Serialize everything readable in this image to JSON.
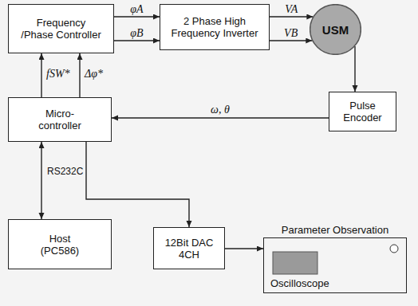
{
  "diagram": {
    "nodes": [
      {
        "text": [
          "Frequency /Phase Controller"
        ]
      },
      {
        "text": [
          "2 Phase High Frequency Inverter"
        ]
      },
      {
        "text": [
          "USM"
        ]
      },
      {
        "text": [
          "Pulse Encoder"
        ]
      },
      {
        "text": [
          "Micro- controller"
        ]
      },
      {
        "text": [
          "Host (PC586)"
        ]
      },
      {
        "text": [
          "12Bit DAC 4CH"
        ]
      },
      {
        "text": [
          "Parameter Observation",
          "Oscilloscope"
        ]
      }
    ],
    "edges": [
      {
        "from": 0,
        "to": 1,
        "arrow": "to",
        "label": "φA"
      },
      {
        "from": 0,
        "to": 1,
        "arrow": "to",
        "label": "φB"
      },
      {
        "from": 1,
        "to": 2,
        "arrow": "to",
        "label": "VA"
      },
      {
        "from": 1,
        "to": 2,
        "arrow": "to",
        "label": "VB"
      },
      {
        "from": 2,
        "to": 3,
        "arrow": "to"
      },
      {
        "from": 3,
        "to": 4,
        "arrow": "to",
        "label": "ω, θ"
      },
      {
        "from": 4,
        "to": 0,
        "arrow": "to",
        "label": "fSW*"
      },
      {
        "from": 4,
        "to": 0,
        "arrow": "to",
        "label": "Δφ*"
      },
      {
        "from": 4,
        "to": 5,
        "arrow": "both",
        "label": "RS232C"
      },
      {
        "from": 4,
        "to": 6,
        "arrow": "to"
      },
      {
        "from": 6,
        "to": 7,
        "arrow": "to"
      }
    ]
  }
}
